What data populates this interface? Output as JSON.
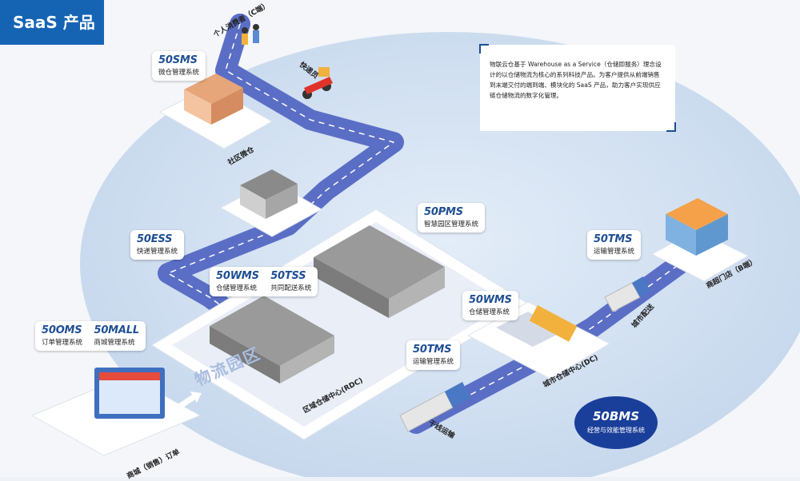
{
  "badge": {
    "title": "SaaS 产品"
  },
  "intro": {
    "text": "物联云仓基于 Warehouse as a Service（仓储即服务）理念设计的以仓储物流为核心的系列科技产品。为客户提供从前端销售到末端交付的端到端、模块化的 SaaS 产品，助力客户实现供应链仓储物流的数字化管理。"
  },
  "systems": {
    "sms": {
      "code": "50SMS",
      "desc": "微仓管理系统"
    },
    "ess": {
      "code": "50ESS",
      "desc": "快递管理系统"
    },
    "wms1": {
      "code": "50WMS",
      "desc": "仓储管理系统"
    },
    "tss": {
      "code": "50TSS",
      "desc": "共同配送系统"
    },
    "pms": {
      "code": "50PMS",
      "desc": "智慧园区管理系统"
    },
    "oms": {
      "code": "50OMS",
      "desc": "订单管理系统"
    },
    "mall": {
      "code": "50MALL",
      "desc": "商城管理系统"
    },
    "tms1": {
      "code": "50TMS",
      "desc": "运输管理系统"
    },
    "wms2": {
      "code": "50WMS",
      "desc": "仓储管理系统"
    },
    "tms2": {
      "code": "50TMS",
      "desc": "运输管理系统"
    },
    "bms": {
      "code": "50BMS",
      "desc": "经营与效能管理系统"
    }
  },
  "labels": {
    "consumer": "个人消费者（C端）",
    "courier": "快递员",
    "community": "社区微仓",
    "park": "物流园区",
    "rdc": "区域仓储中心(RDC)",
    "dc": "城市仓储中心(DC)",
    "trunk": "干线运输",
    "city_delivery": "城市配送",
    "store": "商超门店（B端）",
    "order": "商城（销售）订单"
  },
  "colors": {
    "brand": "#1564b4",
    "road": "#5b6ec6",
    "ellipse": "#c9daee",
    "bms": "#1a3f9a"
  }
}
